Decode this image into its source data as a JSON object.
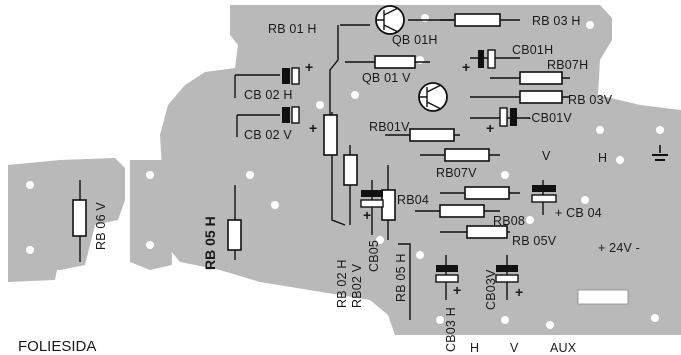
{
  "title": "FOLIESIDA",
  "labels": {
    "rb01h": "RB 01 H",
    "qb01h": "QB 01H",
    "rb03h": "RB 03 H",
    "cb01h": "CB01H",
    "rb07h": "RB07H",
    "qb01v": "QB 01 V",
    "cb02h": "CB 02 H",
    "cb02v": "CB 02 V",
    "rb03v": "RB 03V",
    "rb01v": "RB01V",
    "cb01v": "-CB01V",
    "rb07v": "RB07V",
    "v_top": "V",
    "h_top": "H",
    "rb06v": "RB 06 V",
    "rb05h_left": "RB 05 H",
    "rb04": "RB04",
    "cb04": "+ CB 04",
    "rb08": "RB08",
    "rb05v": "RB 05V",
    "v24": "+ 24V -",
    "rb02h": "RB 02 H",
    "rb02v": "RB02 V",
    "cb05": "CB05",
    "rb05h_mid": "RB 05 H",
    "cb03h": "CB03 H",
    "cb03v": "CB03V",
    "h_bot": "H",
    "v_bot": "V",
    "aux": "AUX"
  },
  "symbols": {
    "plus": "+",
    "ground": "ground-symbol",
    "transistor": "transistor-symbol"
  }
}
